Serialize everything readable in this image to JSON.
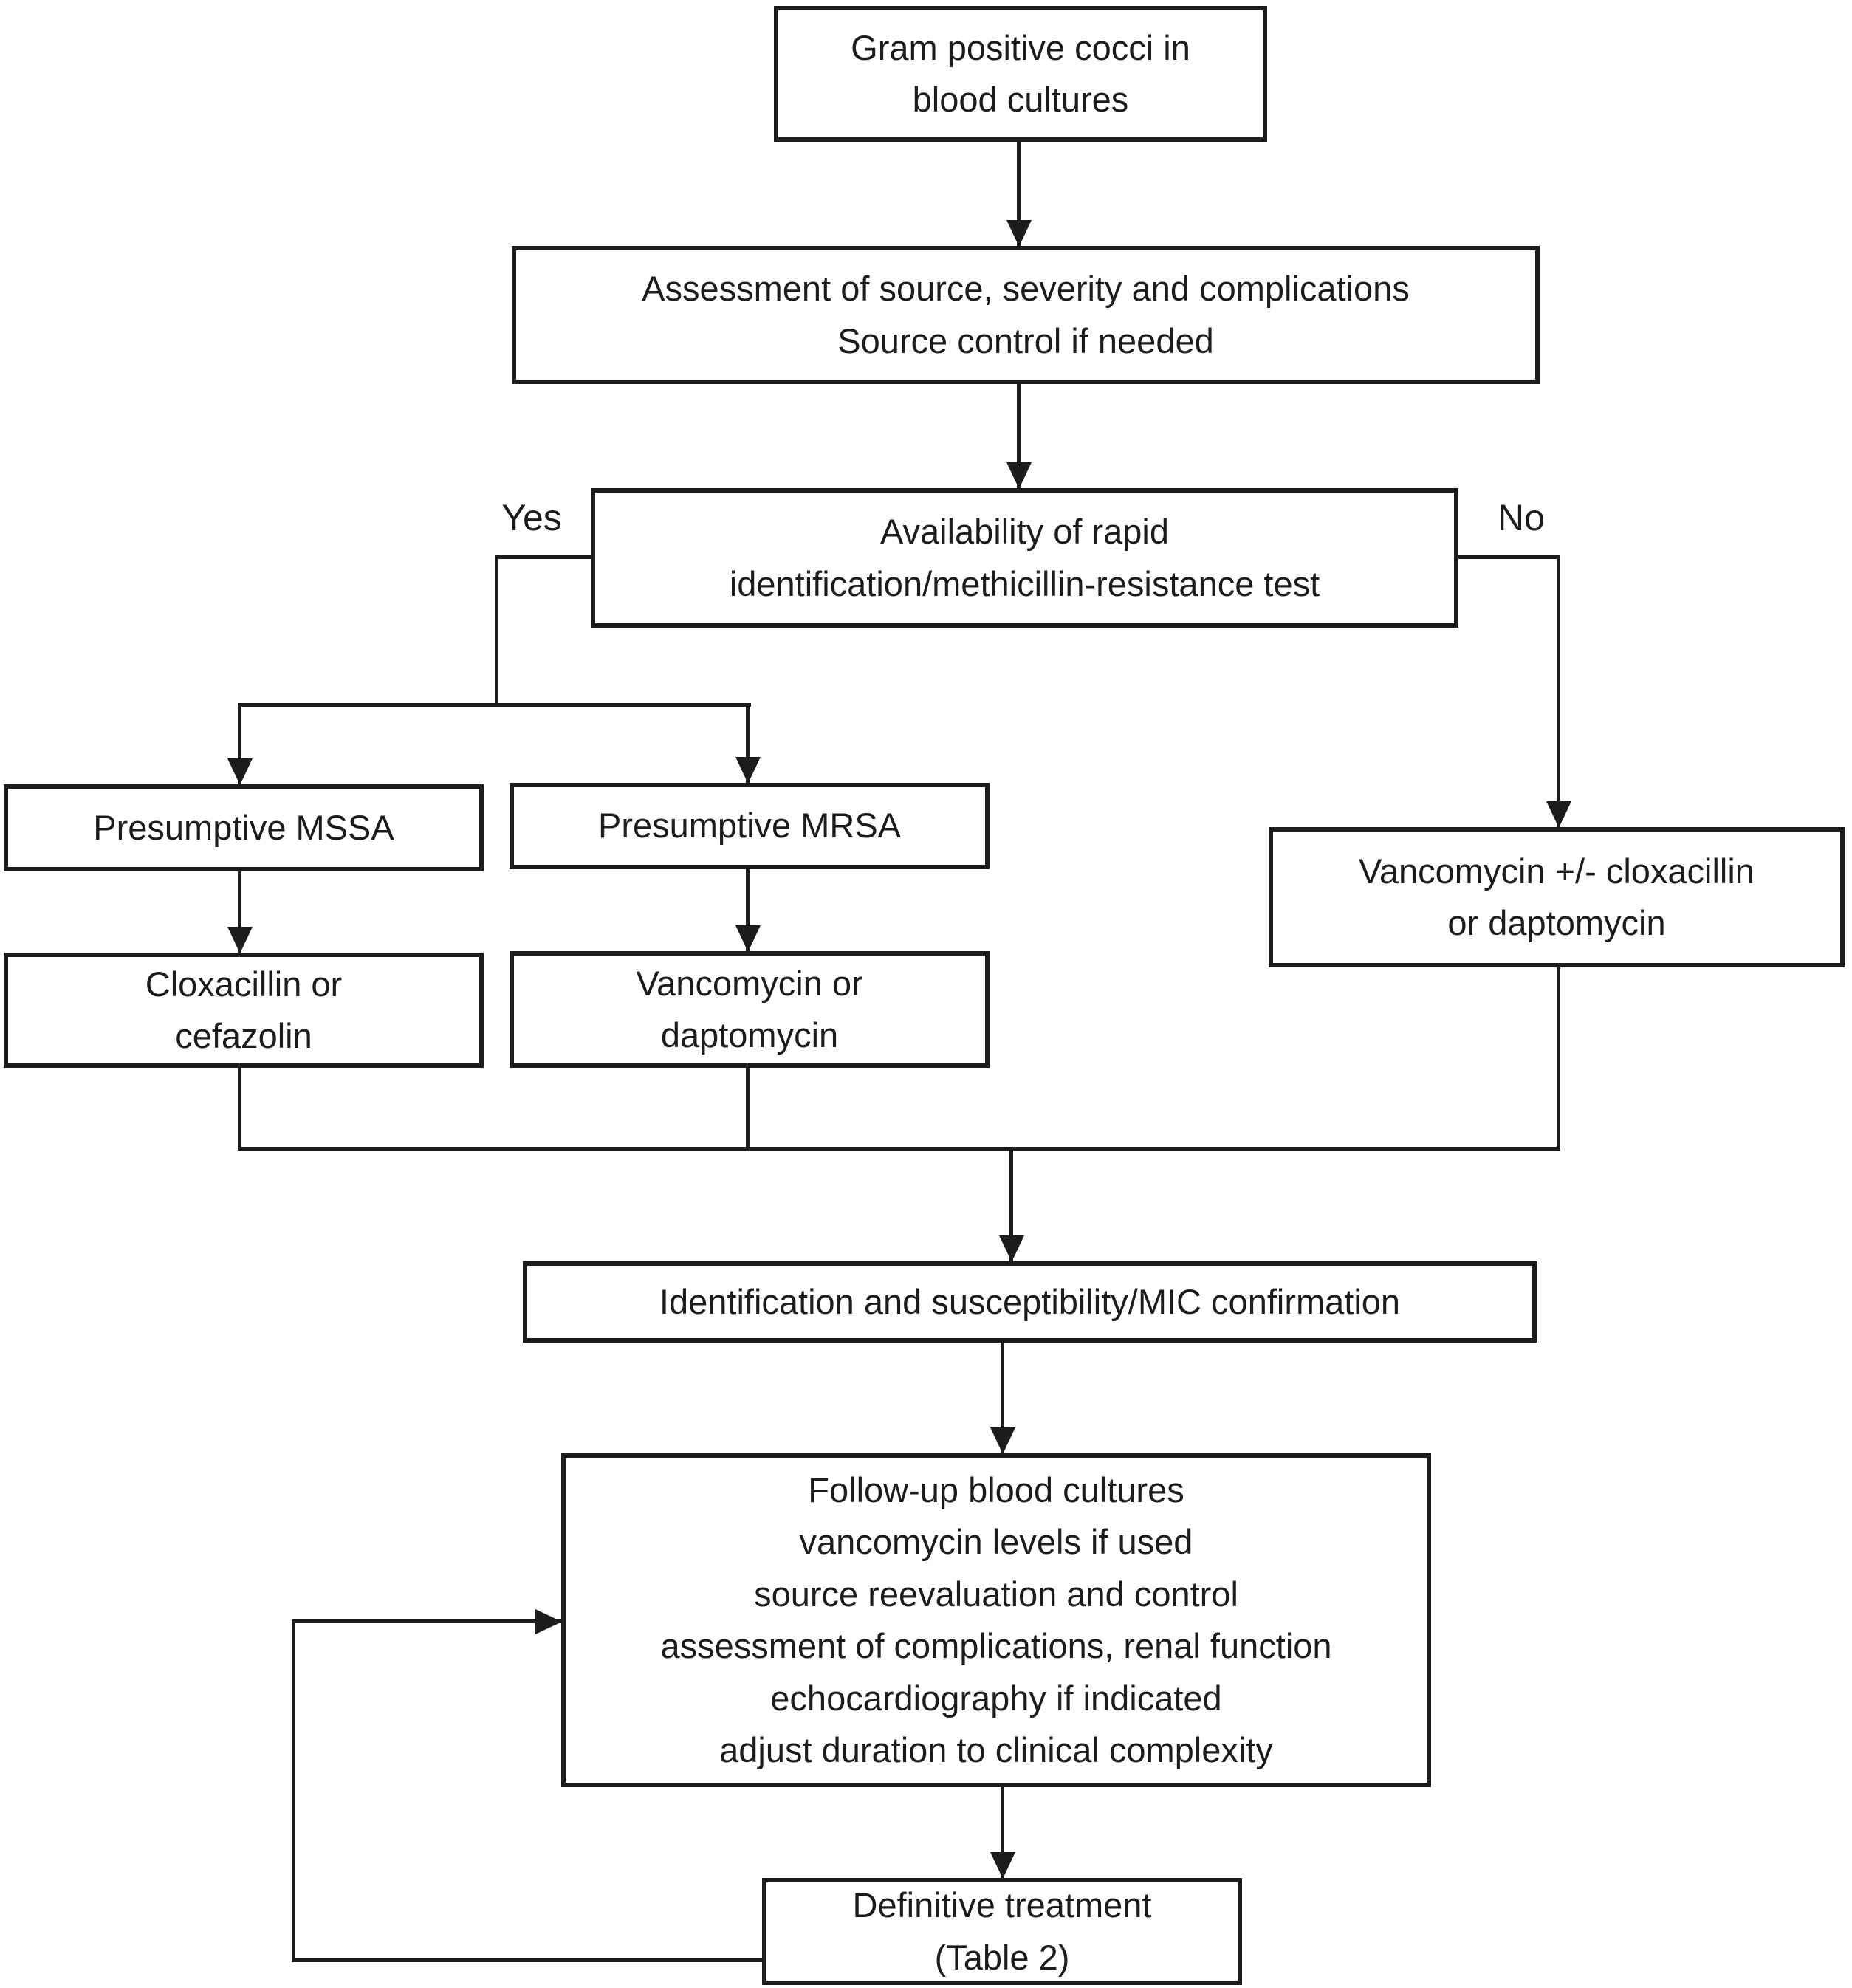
{
  "figure": {
    "type": "flowchart",
    "description": "Clinical algorithm for management of Gram positive cocci in blood cultures"
  },
  "colors": {
    "ink": "#1c1c1c",
    "background": "#ffffff"
  },
  "branch_labels": {
    "yes": "Yes",
    "no": "No"
  },
  "nodes": {
    "gram_positive": {
      "text": "Gram positive cocci in\nblood cultures"
    },
    "assessment": {
      "text": "Assessment of source, severity and complications\nSource control if needed"
    },
    "availability": {
      "text": "Availability of rapid\nidentification/methicillin-resistance test"
    },
    "presumptive_mssa": {
      "text": "Presumptive MSSA"
    },
    "presumptive_mrsa": {
      "text": "Presumptive MRSA"
    },
    "cloxacillin_cefazolin": {
      "text": "Cloxacillin or\ncefazolin"
    },
    "vancomycin_daptomycin": {
      "text": "Vancomycin or\ndaptomycin"
    },
    "vancomycin_cloxacillin_daptomycin": {
      "text": "Vancomycin +/- cloxacillin\nor daptomycin"
    },
    "identification_mic": {
      "text": "Identification and susceptibility/MIC confirmation"
    },
    "follow_up": {
      "text": "Follow-up blood cultures\nvancomycin levels if used\nsource reevaluation and control\nassessment of complications, renal function\nechocardiography if indicated\nadjust duration to clinical complexity"
    },
    "definitive_treatment": {
      "text": "Definitive treatment\n(Table 2)"
    }
  }
}
